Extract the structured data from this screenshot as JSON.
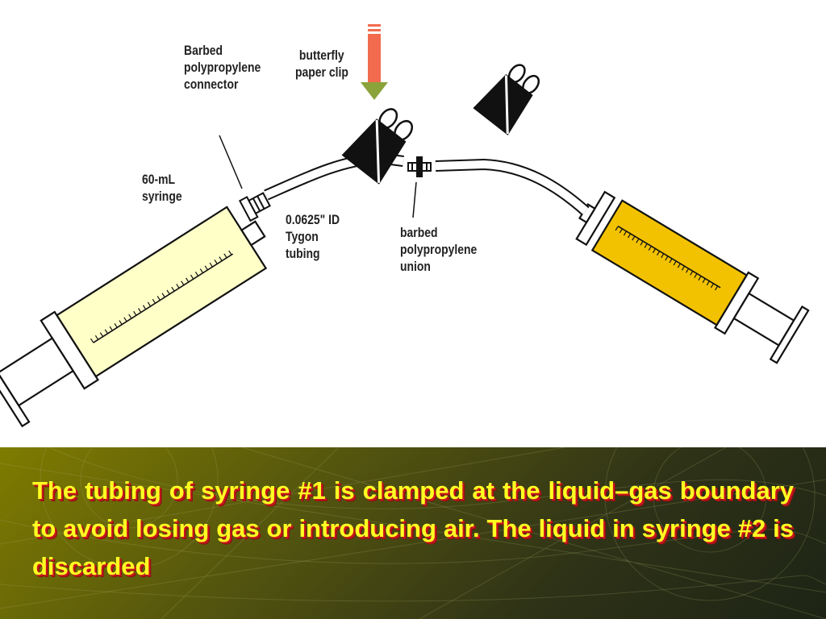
{
  "labels": {
    "connector": [
      "Barbed",
      "polypropylene",
      "connector"
    ],
    "clip": [
      "butterfly",
      "paper clip"
    ],
    "syringe": [
      "60-mL",
      "syringe"
    ],
    "tubing": [
      "0.0625\" ID",
      "Tygon",
      "tubing"
    ],
    "union": [
      "barbed",
      "polypropylene",
      "union"
    ]
  },
  "caption": "The tubing of syringe #1 is clamped at the liquid–gas boundary to avoid losing gas or introducing air. The liquid in syringe #2 is discarded",
  "colors": {
    "syringe1_fill": "#ffffc8",
    "syringe2_fill": "#f2c200",
    "arrow": "#f26b4e",
    "caption_text": "#ffff22",
    "caption_shadow": "#c8161b"
  }
}
